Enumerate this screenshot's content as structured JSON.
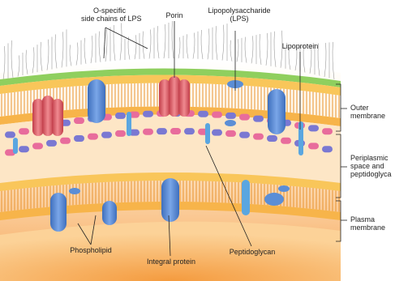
{
  "labels": {
    "o_specific_1": "O-specific",
    "o_specific_2": "side chains of LPS",
    "porin": "Porin",
    "lps_1": "Lipopolysaccharide",
    "lps_2": "(LPS)",
    "lipoprotein": "Lipoprotein",
    "outer_membrane_1": "Outer",
    "outer_membrane_2": "membrane",
    "periplasmic_1": "Periplasmic",
    "periplasmic_2": "space and",
    "periplasmic_3": "peptidoglyca",
    "plasma_membrane_1": "Plasma",
    "plasma_membrane_2": "membrane",
    "phospholipid": "Phospholipid",
    "integral_protein": "Integral protein",
    "peptidoglycan": "Peptidoglycan"
  },
  "colors": {
    "membrane_orange": "#f2a43c",
    "head_yellow": "#f9c65a",
    "lps_green": "#9fd36a",
    "protein_blue": "#5b8ed6",
    "porin_red": "#e0626a",
    "glycan_pink": "#e86c9c",
    "glycan_purple": "#7a78d2",
    "cytoplasm": "#f7b66b"
  }
}
